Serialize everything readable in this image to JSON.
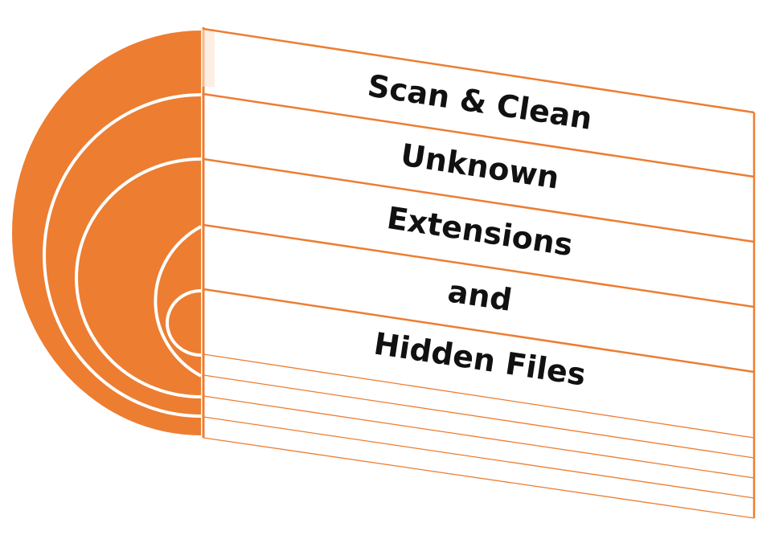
{
  "diagram": {
    "lines": [
      "Scan & Clean",
      "Unknown",
      "Extensions",
      "and",
      "Hidden Files"
    ]
  },
  "colors": {
    "accent": "#ED7D31",
    "separator": "#ffffff",
    "text": "#111111",
    "background": "#ffffff"
  }
}
